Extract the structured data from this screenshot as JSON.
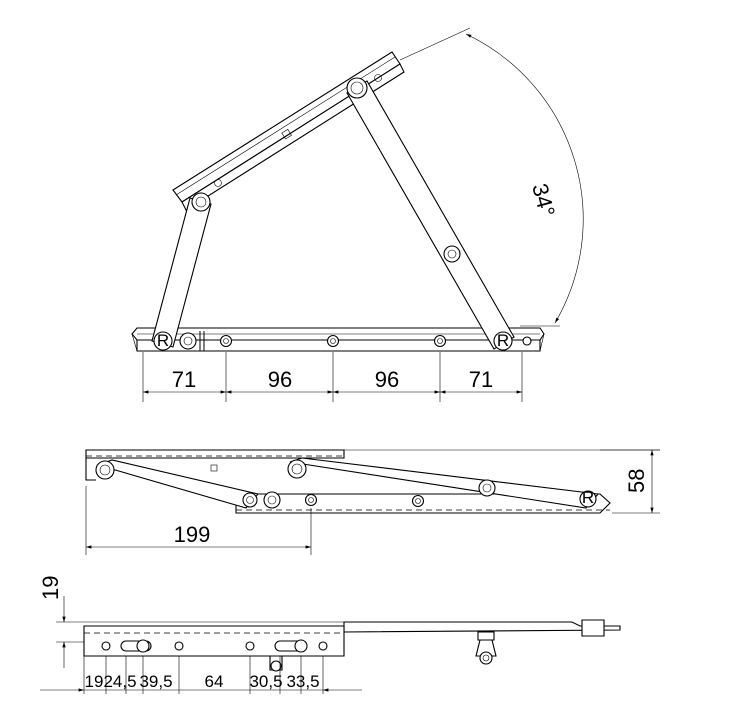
{
  "colors": {
    "line": "#000000",
    "background": "#ffffff"
  },
  "top_view": {
    "angle_label": "34°",
    "spacing_dims": [
      "71",
      "96",
      "96",
      "71"
    ]
  },
  "middle_view": {
    "width_dim": "199",
    "height_dim": "58"
  },
  "bottom_view": {
    "vertical_dim": "19",
    "spacing_dims": [
      "19",
      "24,5",
      "39,5",
      "64",
      "30,5",
      "33,5"
    ]
  },
  "pivot_marks": {
    "r_mark": "R"
  }
}
